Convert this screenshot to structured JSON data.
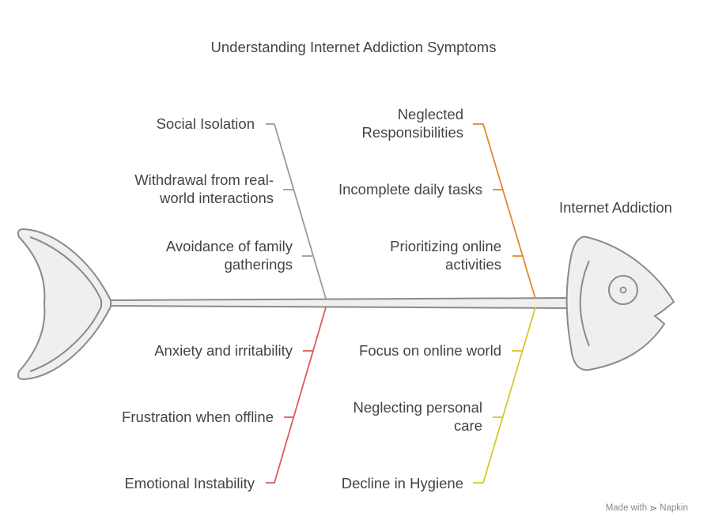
{
  "title": "Understanding Internet Addiction Symptoms",
  "head_label": "Internet Addiction",
  "footer": {
    "made_with": "Made with",
    "brand": "Napkin",
    "brand_icon": "napkin-logo-icon"
  },
  "colors": {
    "outline": "#8a8a8a",
    "fill": "#efefef",
    "social_bone": "#9a9a9a",
    "responsibilities_bone": "#e0882a",
    "emotional_bone": "#e05a5a",
    "hygiene_bone": "#d9c72a"
  },
  "categories": [
    {
      "name": "Social Isolation",
      "items": [
        "Withdrawal from real-\nworld interactions",
        "Avoidance of family\ngatherings"
      ]
    },
    {
      "name": "Neglected\nResponsibilities",
      "items": [
        "Incomplete daily tasks",
        "Prioritizing online\nactivities"
      ]
    },
    {
      "name": "Emotional Instability",
      "items": [
        "Anxiety and irritability",
        "Frustration when offline"
      ]
    },
    {
      "name": "Decline in Hygiene",
      "items": [
        "Focus on online world",
        "Neglecting personal\ncare"
      ]
    }
  ]
}
